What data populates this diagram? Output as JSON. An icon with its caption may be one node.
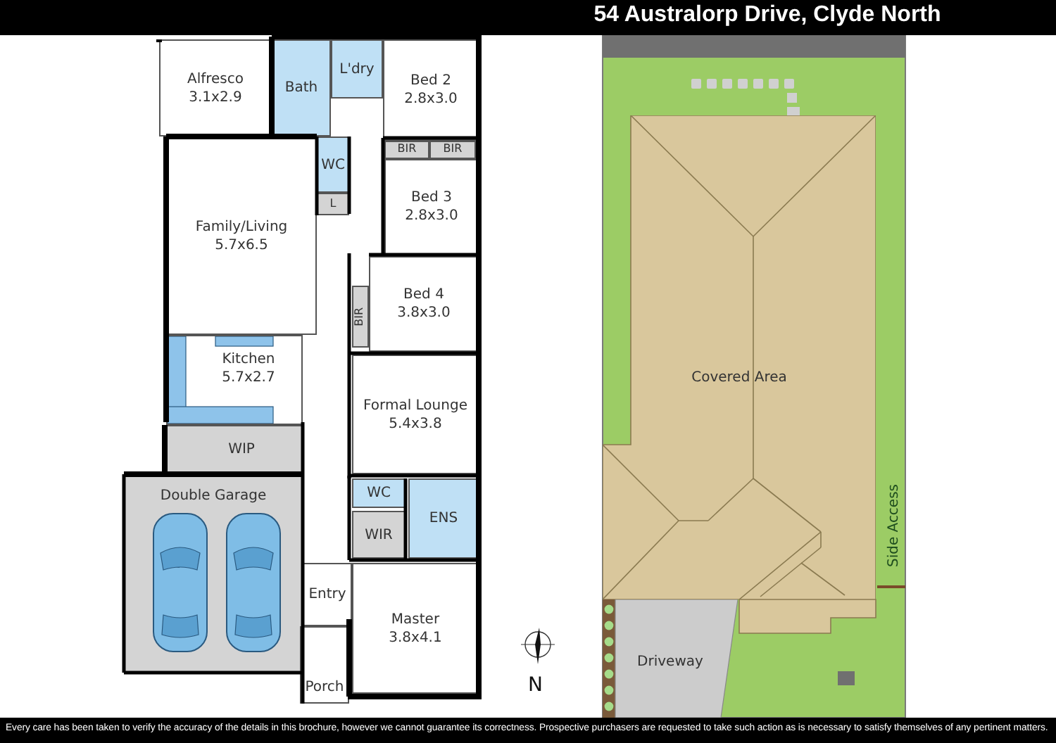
{
  "diagram": {
    "title": "54 Australorp Drive, Clyde North",
    "caption": "Every care has been taken to verify the accuracy of the details in this brochure, however we cannot guarantee its correctness. Prospective purchasers are requested to take such action as is necessary to satisfy themselves of any pertinent matters.",
    "nodes": [
      {
        "text": [
          "Alfresco",
          "3.1x2.9"
        ]
      },
      {
        "text": [
          "Bath"
        ]
      },
      {
        "text": [
          "L'dry"
        ]
      },
      {
        "text": [
          "Bed 2",
          "2.8x3.0"
        ]
      },
      {
        "text": [
          "BIR"
        ]
      },
      {
        "text": [
          "BIR"
        ]
      },
      {
        "text": [
          "WC"
        ]
      },
      {
        "text": [
          "L"
        ]
      },
      {
        "text": [
          "Bed 3",
          "2.8x3.0"
        ]
      },
      {
        "text": [
          "Family/Living",
          "5.7x6.5"
        ]
      },
      {
        "text": [
          "Kitchen",
          "5.7x2.7"
        ]
      },
      {
        "text": [
          "BIR"
        ]
      },
      {
        "text": [
          "Bed 4",
          "3.8x3.0"
        ]
      },
      {
        "text": [
          "Formal Lounge",
          "5.4x3.8"
        ]
      },
      {
        "text": [
          "WIP"
        ]
      },
      {
        "text": [
          "Double Garage"
        ]
      },
      {
        "text": [
          "WC"
        ]
      },
      {
        "text": [
          "ENS"
        ]
      },
      {
        "text": [
          "WIR"
        ]
      },
      {
        "text": [
          "Entry"
        ]
      },
      {
        "text": [
          "Master",
          "3.8x4.1"
        ]
      },
      {
        "text": [
          "Porch"
        ]
      },
      {
        "text": [
          "Covered Area"
        ]
      },
      {
        "text": [
          "Driveway"
        ]
      }
    ],
    "labels": [
      "Side Access",
      "N"
    ]
  }
}
